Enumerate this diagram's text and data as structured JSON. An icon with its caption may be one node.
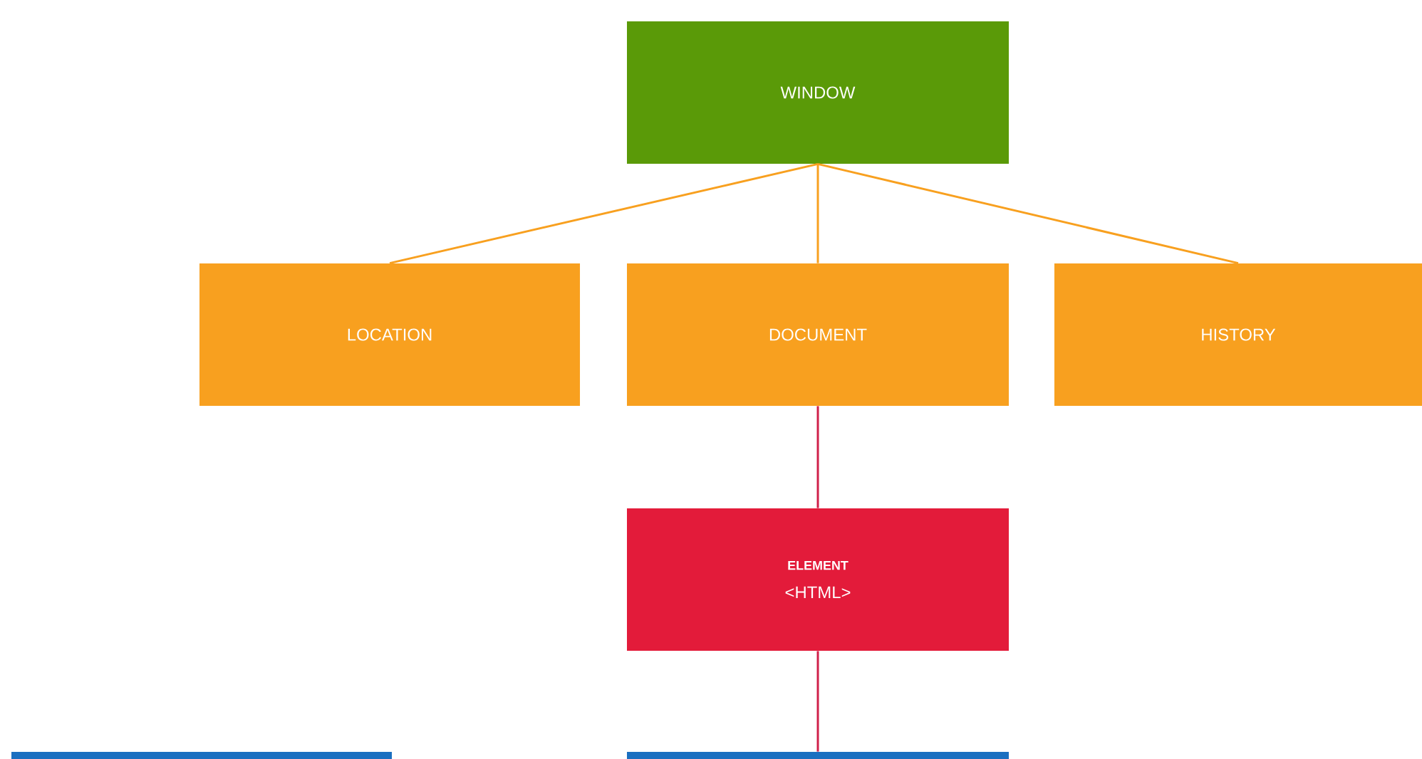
{
  "diagram": {
    "nodes": [
      {
        "text": [
          "WINDOW"
        ]
      },
      {
        "text": [
          "LOCATION"
        ]
      },
      {
        "text": [
          "DOCUMENT"
        ]
      },
      {
        "text": [
          "HISTORY"
        ]
      },
      {
        "text": [
          "ELEMENT",
          "<HTML>"
        ]
      },
      {
        "text": [],
        "shape": "box"
      },
      {
        "text": [],
        "shape": "box"
      }
    ],
    "edges": [
      {
        "from": 0,
        "to": 1,
        "arrow": "none"
      },
      {
        "from": 0,
        "to": 2,
        "arrow": "none"
      },
      {
        "from": 0,
        "to": 3,
        "arrow": "none"
      },
      {
        "from": 2,
        "to": 4,
        "arrow": "none",
        "color": "#d0204a"
      },
      {
        "from": 4,
        "to": 6,
        "arrow": "none",
        "color": "#d0204a"
      }
    ]
  }
}
